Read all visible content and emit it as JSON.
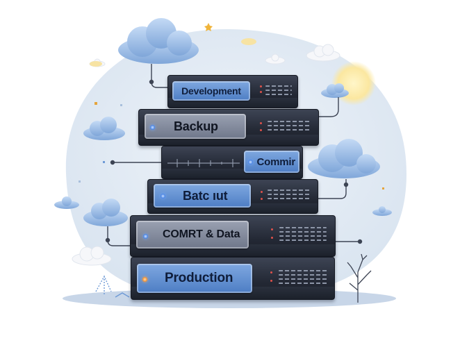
{
  "labels": {
    "development": "Development",
    "backup": "Backup",
    "commir": "Commir",
    "batc_iut": "Batc ıut",
    "comrt_data": "COMRT & Data",
    "production": "Production"
  },
  "colors": {
    "backdrop": "#dde7f1",
    "cloud": "#9fbfe6",
    "cloud_light": "#f4f6fa",
    "sun": "#fbe9a6",
    "panel_blue": "#5b8bd0",
    "panel_gray": "#7f8799",
    "server_body": "#252a36",
    "wire": "#3d4454"
  },
  "icons": [
    "cloud-icon",
    "sun-icon",
    "tree-icon",
    "star-icon"
  ]
}
